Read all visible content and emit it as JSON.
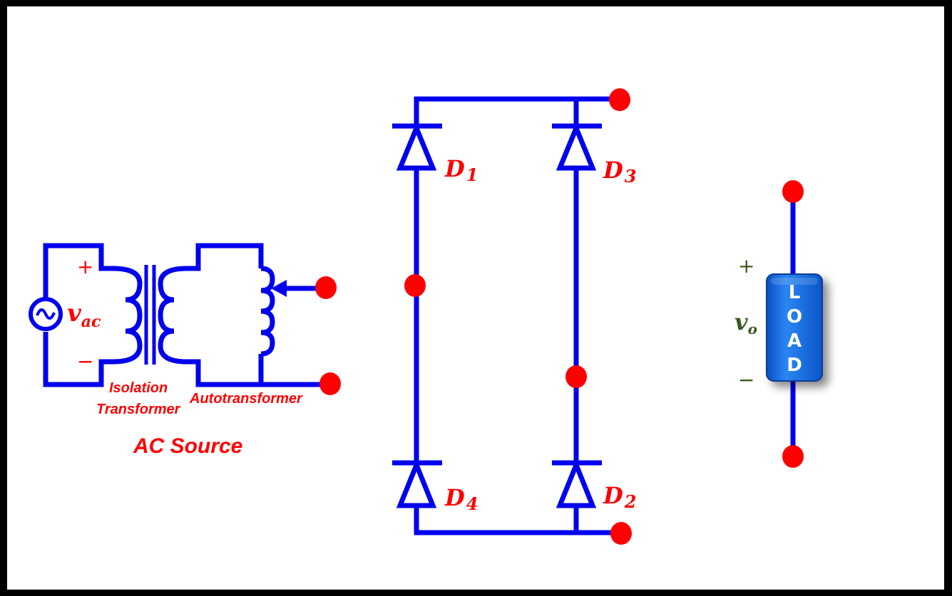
{
  "source": {
    "voltage_symbol": "v",
    "voltage_subscript": "ac",
    "plus": "+",
    "minus": "−",
    "isolation_line1": "Isolation",
    "isolation_line2": "Transformer",
    "autotransformer": "Autotransformer",
    "section_title": "AC Source"
  },
  "bridge": {
    "diodes": [
      {
        "letter": "D",
        "index": "1"
      },
      {
        "letter": "D",
        "index": "3"
      },
      {
        "letter": "D",
        "index": "4"
      },
      {
        "letter": "D",
        "index": "2"
      }
    ]
  },
  "load": {
    "letters": [
      "L",
      "O",
      "A",
      "D"
    ],
    "voltage_symbol": "v",
    "voltage_subscript": "o",
    "plus": "+",
    "minus": "−"
  },
  "colors": {
    "wire": "#0000ee",
    "node": "#ff0000",
    "label": "#ff0000",
    "output_label": "#3d5a1e",
    "load_box": "#1a6fe0"
  }
}
